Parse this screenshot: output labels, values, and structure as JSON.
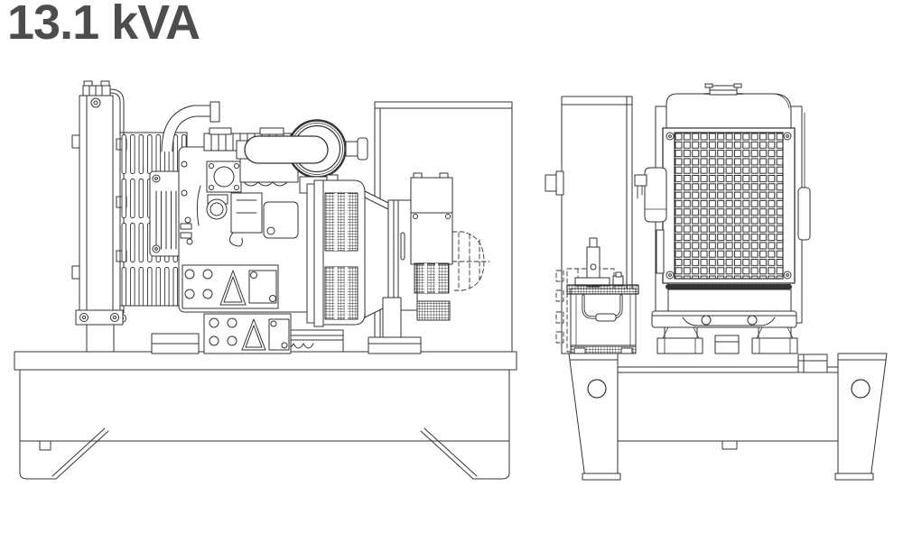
{
  "page": {
    "background": "#ffffff"
  },
  "title": {
    "text": "13.1 kVA"
  },
  "colors": {
    "title": "#4d4d4d",
    "line": "#333333",
    "line_dark": "#222222",
    "background": "#ffffff"
  },
  "drawing": {
    "type": "technical-line-drawing",
    "subject": "open diesel generator set",
    "views": [
      {
        "id": "side-view",
        "components": [
          "radiator",
          "cooling-fins",
          "fan-shroud",
          "upper-hose",
          "engine-block",
          "valve-cover",
          "air-cleaner",
          "exhaust-silencer",
          "fuel-filter",
          "mounting-brackets",
          "oil-pan",
          "flywheel-housing",
          "vent-grilles",
          "alternator",
          "terminal-box",
          "base-skid",
          "skid-legs"
        ]
      },
      {
        "id": "end-view",
        "components": [
          "radiator-grille",
          "radiator-cap",
          "expansion-bottle",
          "overflow-tube",
          "alternator-end-panel",
          "battery",
          "battery-handle",
          "mounting-feet",
          "base-legs",
          "lifting-holes",
          "cross-member"
        ]
      }
    ]
  }
}
